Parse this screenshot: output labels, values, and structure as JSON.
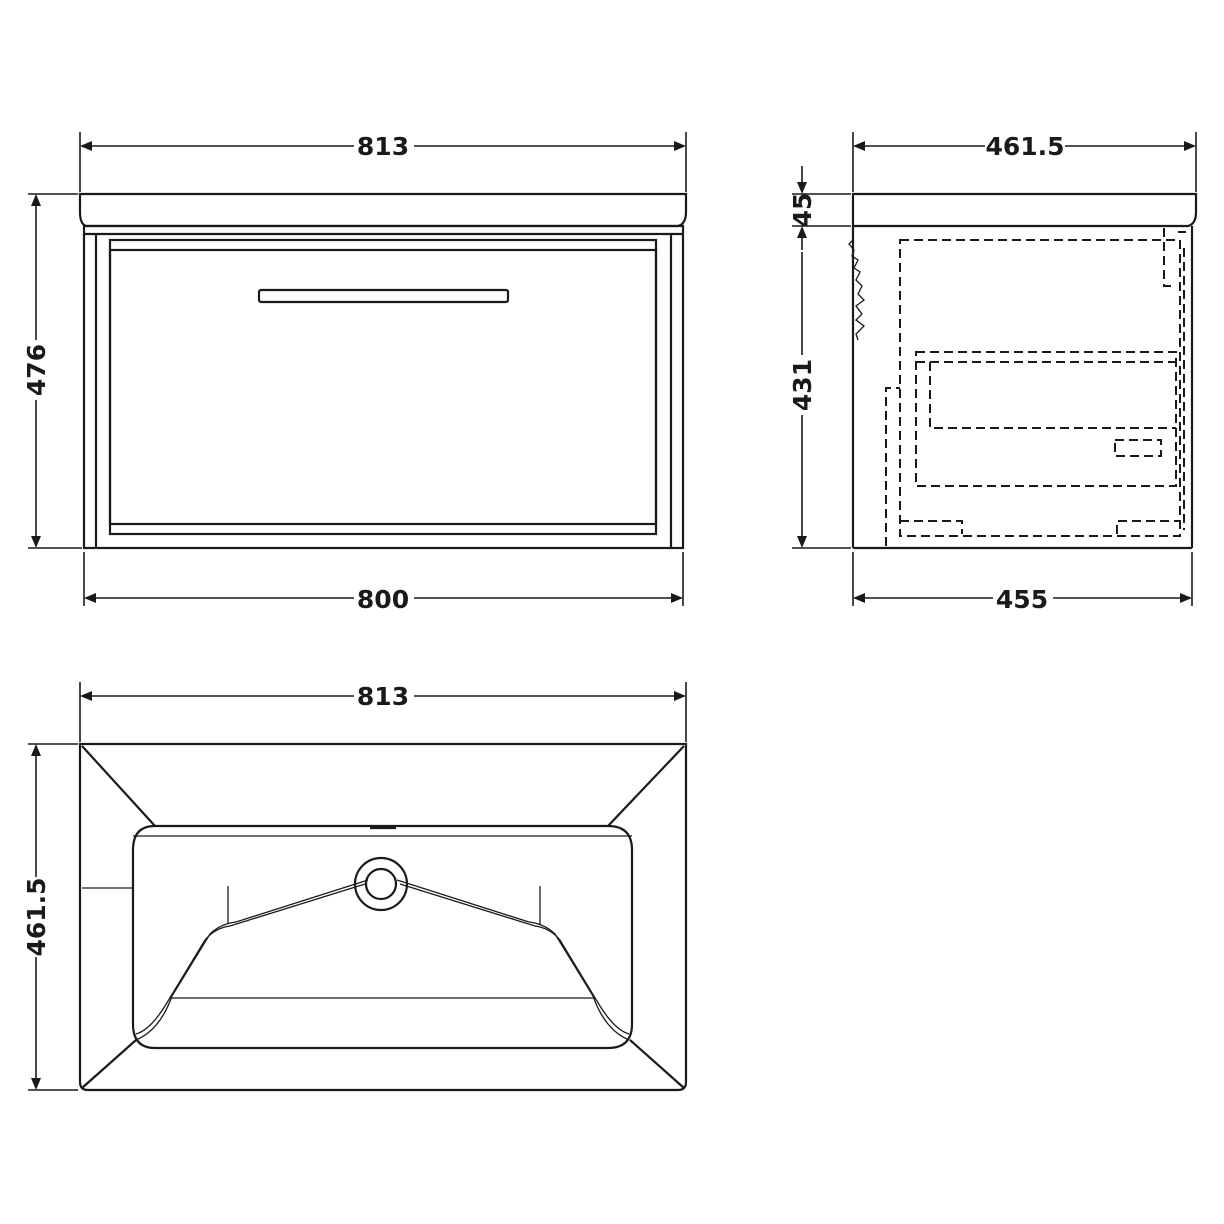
{
  "drawing": {
    "front_view": {
      "top_width": "813",
      "bottom_width": "800",
      "height": "476"
    },
    "side_view": {
      "top_depth": "461.5",
      "top_thickness": "45",
      "cabinet_height": "431",
      "bottom_depth": "455"
    },
    "plan_view": {
      "width": "813",
      "depth": "461.5"
    }
  },
  "colors": {
    "line": "#1a1a1a",
    "background": "#ffffff"
  }
}
